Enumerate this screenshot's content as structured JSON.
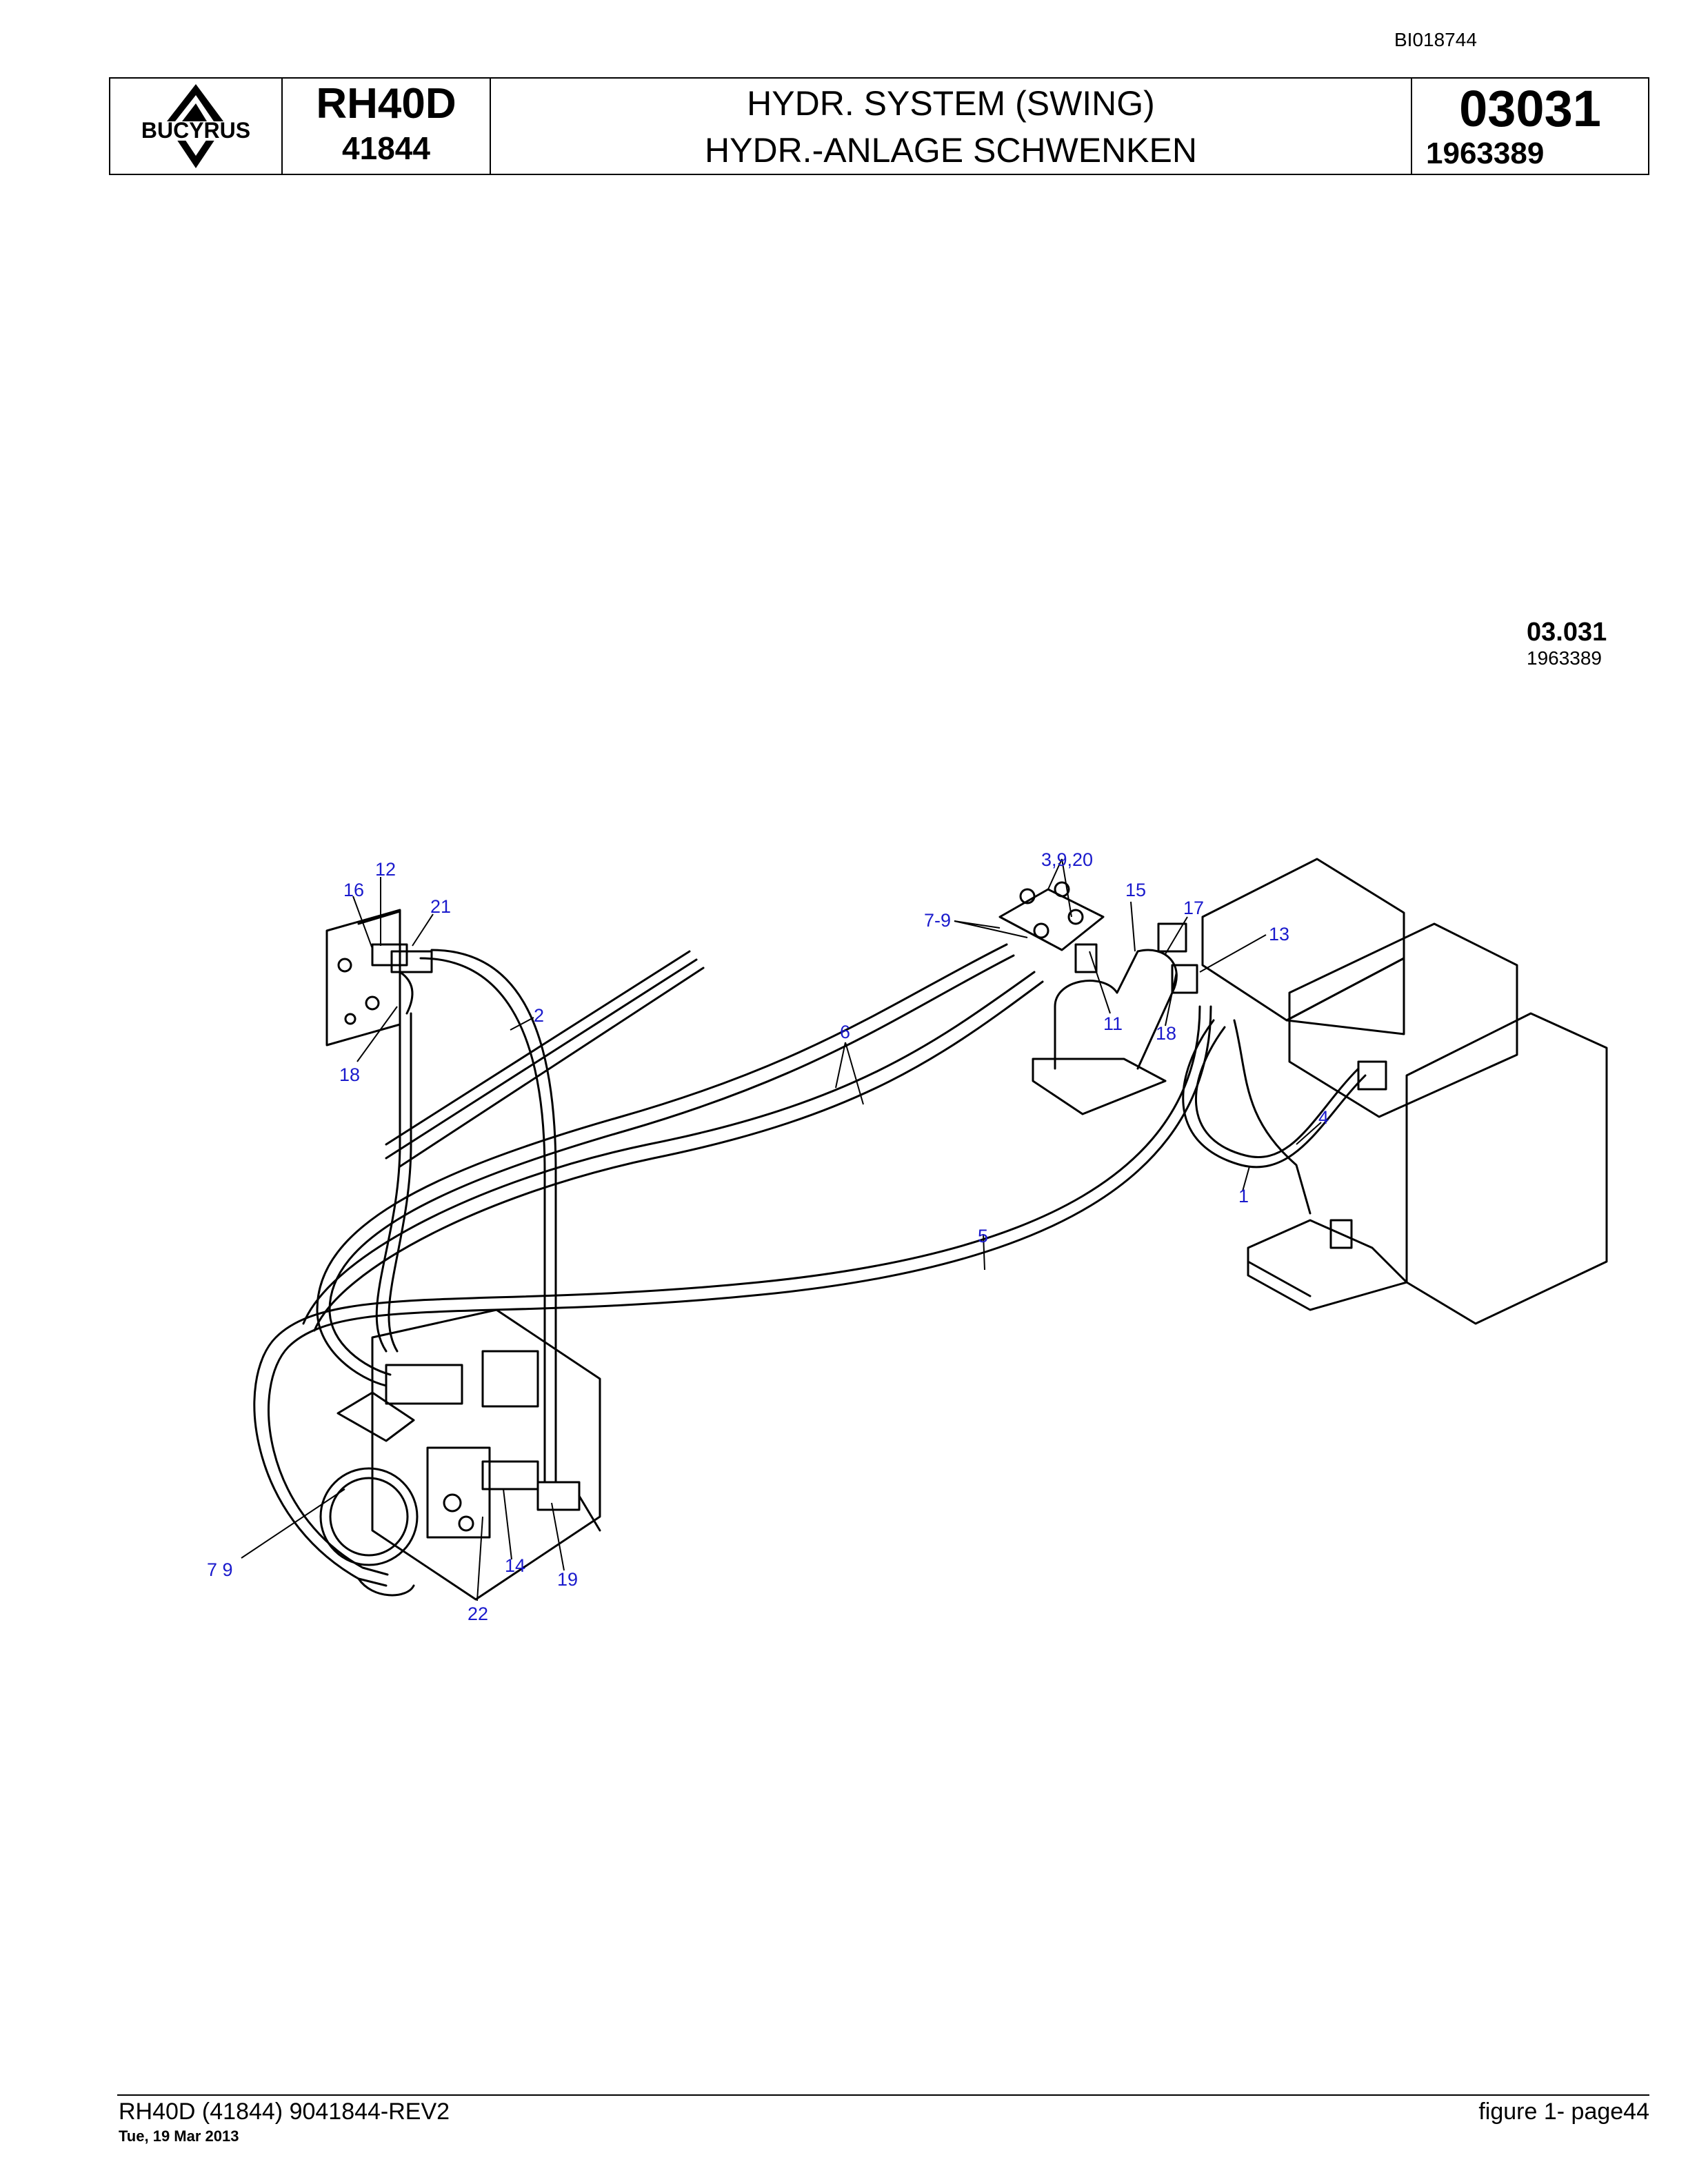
{
  "doc_id": "BI018744",
  "logo_text": "BUCYRUS",
  "header": {
    "model": "RH40D",
    "serial": "41844",
    "title_en": "HYDR. SYSTEM (SWING)",
    "title_de": "HYDR.-ANLAGE SCHWENKEN",
    "section": "03031",
    "part_number": "1963389"
  },
  "figure_ref": {
    "code": "03.031",
    "number": "1963389"
  },
  "callouts": {
    "c12": "12",
    "c16": "16",
    "c21": "21",
    "c2": "2",
    "c18a": "18",
    "c3920": "3,9,20",
    "c79a": "7-9",
    "c15": "15",
    "c17": "17",
    "c13": "13",
    "c11": "11",
    "c18b": "18",
    "c6": "6",
    "c4": "4",
    "c1": "1",
    "c5": "5",
    "c79b": "7 9",
    "c14": "14",
    "c19": "19",
    "c22": "22"
  },
  "footer": {
    "left": "RH40D (41844) 9041844-REV2",
    "date": "Tue, 19 Mar 2013",
    "right": "figure  1- page44"
  }
}
